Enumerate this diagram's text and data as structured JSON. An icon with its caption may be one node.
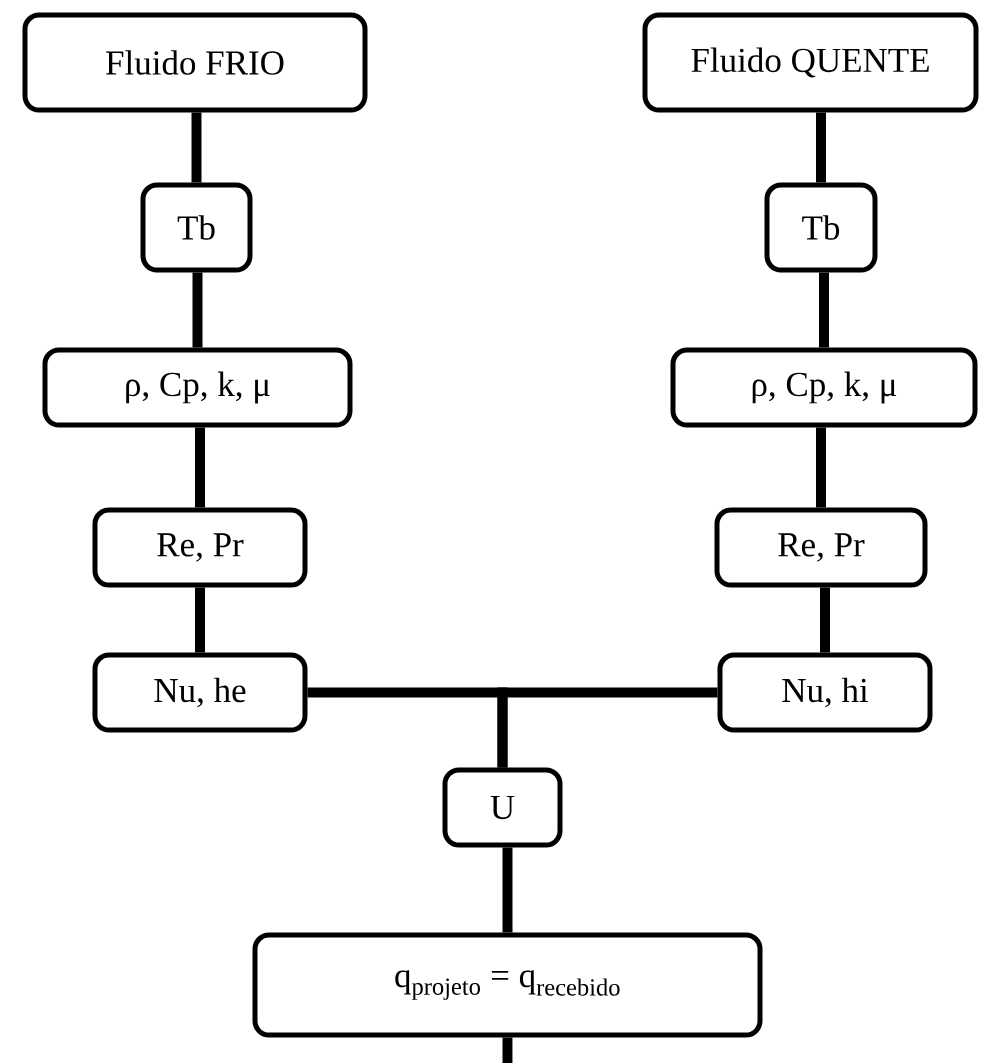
{
  "diagram": {
    "nodes": [
      {
        "text": [
          "Fluido FRIO"
        ]
      },
      {
        "text": [
          "Fluido QUENTE"
        ]
      },
      {
        "text": [
          "Tb"
        ]
      },
      {
        "text": [
          "Tb"
        ]
      },
      {
        "text": [
          "ρ, Cp, k, μ"
        ]
      },
      {
        "text": [
          "ρ, Cp, k, μ"
        ]
      },
      {
        "text": [
          "Re, Pr"
        ]
      },
      {
        "text": [
          "Re, Pr"
        ]
      },
      {
        "text": [
          "Nu, he"
        ]
      },
      {
        "text": [
          "Nu, hi"
        ]
      },
      {
        "text": [
          "U"
        ]
      },
      {
        "text": [
          "q$_{projeto}$ = q$_{recebido}$"
        ]
      }
    ],
    "edges": [
      {
        "from": 0,
        "to": 2,
        "arrow": "none"
      },
      {
        "from": 2,
        "to": 4,
        "arrow": "none"
      },
      {
        "from": 4,
        "to": 6,
        "arrow": "none"
      },
      {
        "from": 6,
        "to": 8,
        "arrow": "none"
      },
      {
        "from": 1,
        "to": 3,
        "arrow": "none"
      },
      {
        "from": 3,
        "to": 5,
        "arrow": "none"
      },
      {
        "from": 5,
        "to": 7,
        "arrow": "none"
      },
      {
        "from": 7,
        "to": 9,
        "arrow": "none"
      },
      {
        "from": 8,
        "to": 10,
        "arrow": "none"
      },
      {
        "from": 9,
        "to": 10,
        "arrow": "none"
      },
      {
        "from": 10,
        "to": 11,
        "arrow": "none"
      },
      {
        "from": 11,
        "to": null,
        "arrow": "none"
      }
    ]
  }
}
